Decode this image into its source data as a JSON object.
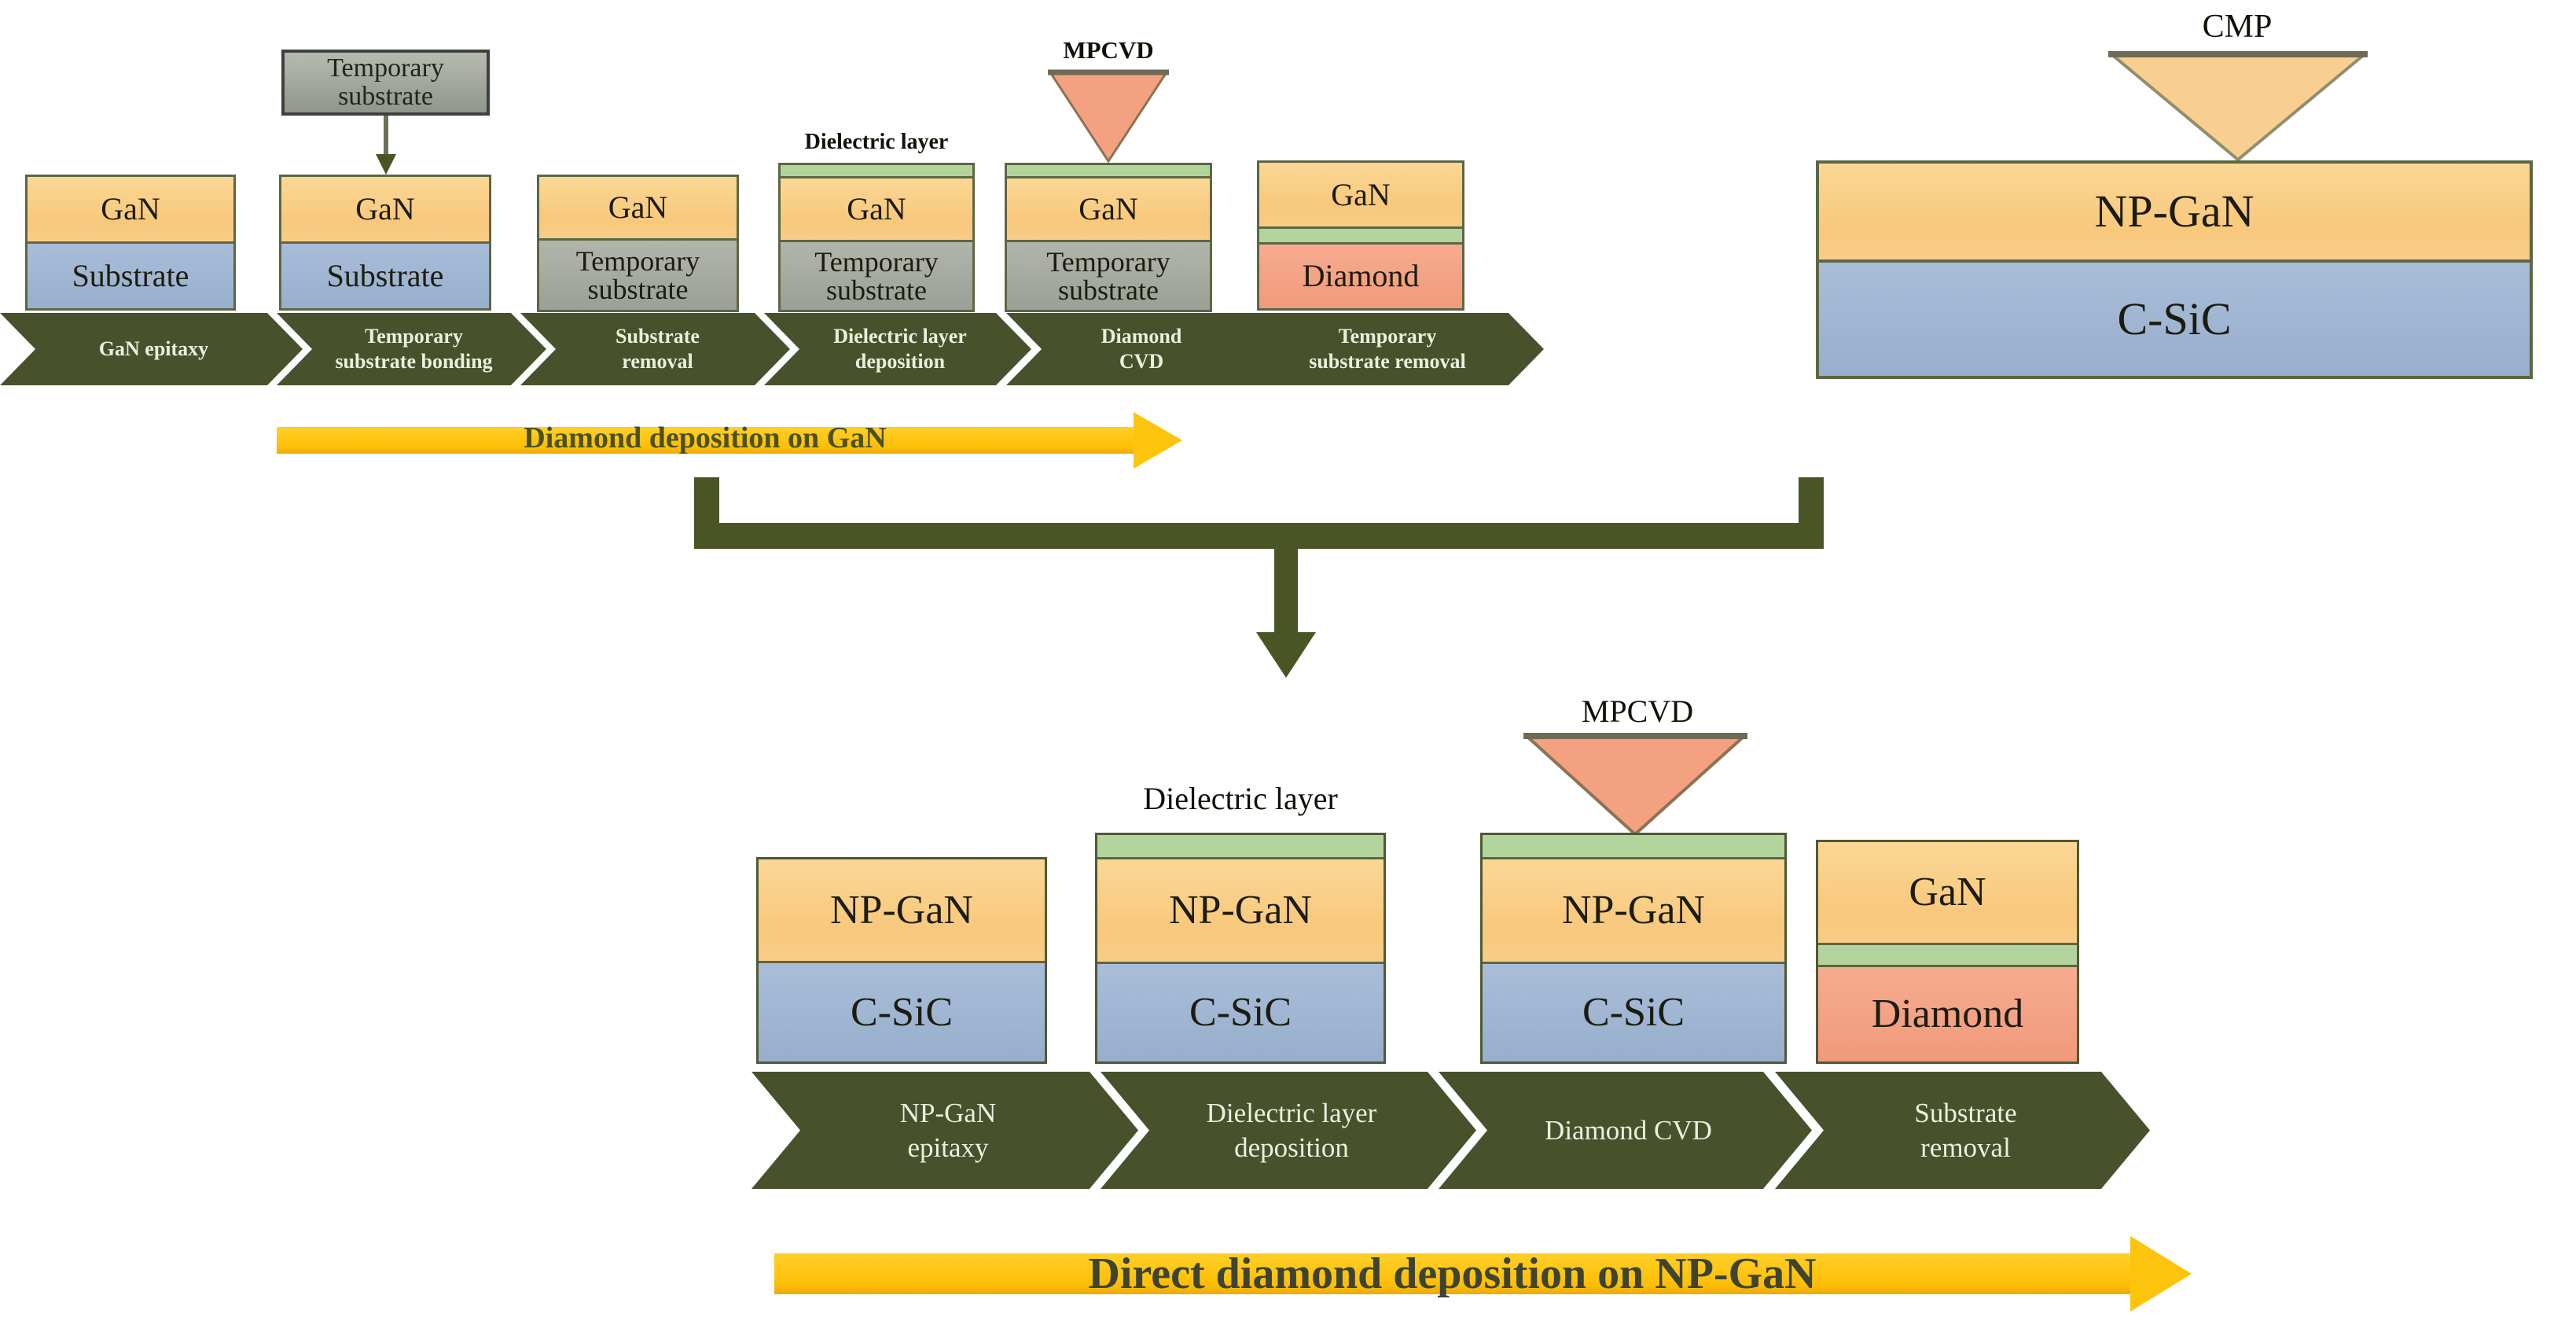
{
  "top_flow": {
    "temp_box_label": "Temporary substrate",
    "dielectric_annotation": "Dielectric layer",
    "mpcvd_annotation": "MPCVD",
    "flow_arrow_label": "Diamond deposition on GaN",
    "stages": [
      {
        "step": "GaN epitaxy",
        "top": "GaN",
        "bottom": "Substrate"
      },
      {
        "step": [
          "Temporary",
          "substrate bonding"
        ],
        "top": "GaN",
        "bottom": "Substrate"
      },
      {
        "step": [
          "Substrate",
          "removal"
        ],
        "top": "GaN",
        "bottom": "Temporary substrate"
      },
      {
        "step": [
          "Dielectric layer",
          "deposition"
        ],
        "top": "GaN",
        "bottom": "Temporary substrate"
      },
      {
        "step": [
          "Diamond",
          "CVD"
        ],
        "top": "GaN",
        "bottom": "Temporary substrate"
      },
      {
        "step": [
          "Temporary",
          "substrate removal"
        ],
        "top": "GaN",
        "bottom": "Diamond"
      }
    ]
  },
  "final_structure": {
    "cmp_annotation": "CMP",
    "top": "NP-GaN",
    "bottom": "C-SiC"
  },
  "bottom_flow": {
    "dielectric_annotation": "Dielectric layer",
    "mpcvd_annotation": "MPCVD",
    "flow_arrow_label": "Direct diamond deposition on NP-GaN",
    "stages": [
      {
        "step": [
          "NP-GaN",
          "epitaxy"
        ],
        "top": "NP-GaN",
        "bottom": "C-SiC"
      },
      {
        "step": [
          "Dielectric layer",
          "deposition"
        ],
        "top": "NP-GaN",
        "bottom": "C-SiC"
      },
      {
        "step": "Diamond CVD",
        "top": "NP-GaN",
        "bottom": "C-SiC"
      },
      {
        "step": [
          "Substrate",
          "removal"
        ],
        "top": "GaN",
        "bottom": "Diamond"
      }
    ]
  },
  "colors": {
    "gan_orange": "#F8C87C",
    "substrate_blue": "#9FB4D1",
    "temporary_substrate_gray": "#A5A99F",
    "dielectric_green": "#B4D49D",
    "diamond_salmon": "#F5A182",
    "chevron_olive": "#47522C",
    "bracket_olive": "#4A5526",
    "flow_arrow_yellow": "#FDC40D",
    "mpcvd_triangle": "#F3A181",
    "cmp_triangle": "#F8CF90"
  }
}
